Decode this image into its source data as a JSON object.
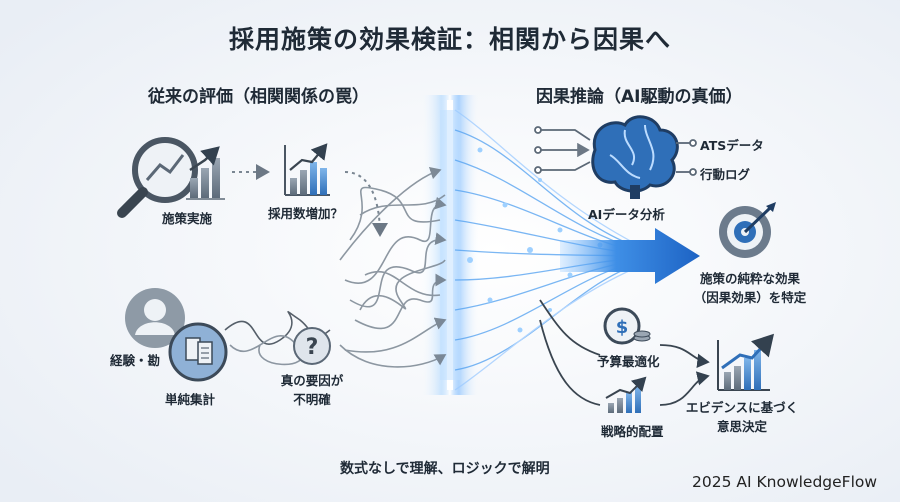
{
  "title": "採用施策の効果検証：相関から因果へ",
  "left": {
    "heading": "従来の評価（相関関係の罠）",
    "measure_label": "施策実施",
    "hire_label": "採用数増加？",
    "experience_label": "経験・勘",
    "aggregate_label": "単純集計",
    "unknown_lines": [
      "真の要因が",
      "不明確"
    ]
  },
  "right": {
    "heading": "因果推論（AI駆動の真価）",
    "ats_label": "ATSデータ",
    "log_label": "行動ログ",
    "ai_label": "AIデータ分析",
    "effect_lines": [
      "施策の純粋な効果",
      "（因果効果）を特定"
    ],
    "budget_label": "予算最適化",
    "strategy_label": "戦略的配置",
    "evidence_lines": [
      "エビデンスに基づく",
      "意思決定"
    ]
  },
  "footer": "数式なしで理解、ロジックで解明",
  "credit": "2025 AI KnowledgeFlow",
  "colors": {
    "accent": "#2f7fd8",
    "dark": "#3a4a5c",
    "gray": "#8b96a3",
    "glow": "#5aa8ff"
  },
  "icons": [
    "magnifier-icon",
    "bar-chart-icon",
    "person-icon",
    "document-icon",
    "question-icon",
    "brain-icon",
    "target-icon",
    "coin-icon",
    "growth-chart-icon",
    "trend-chart-icon"
  ]
}
